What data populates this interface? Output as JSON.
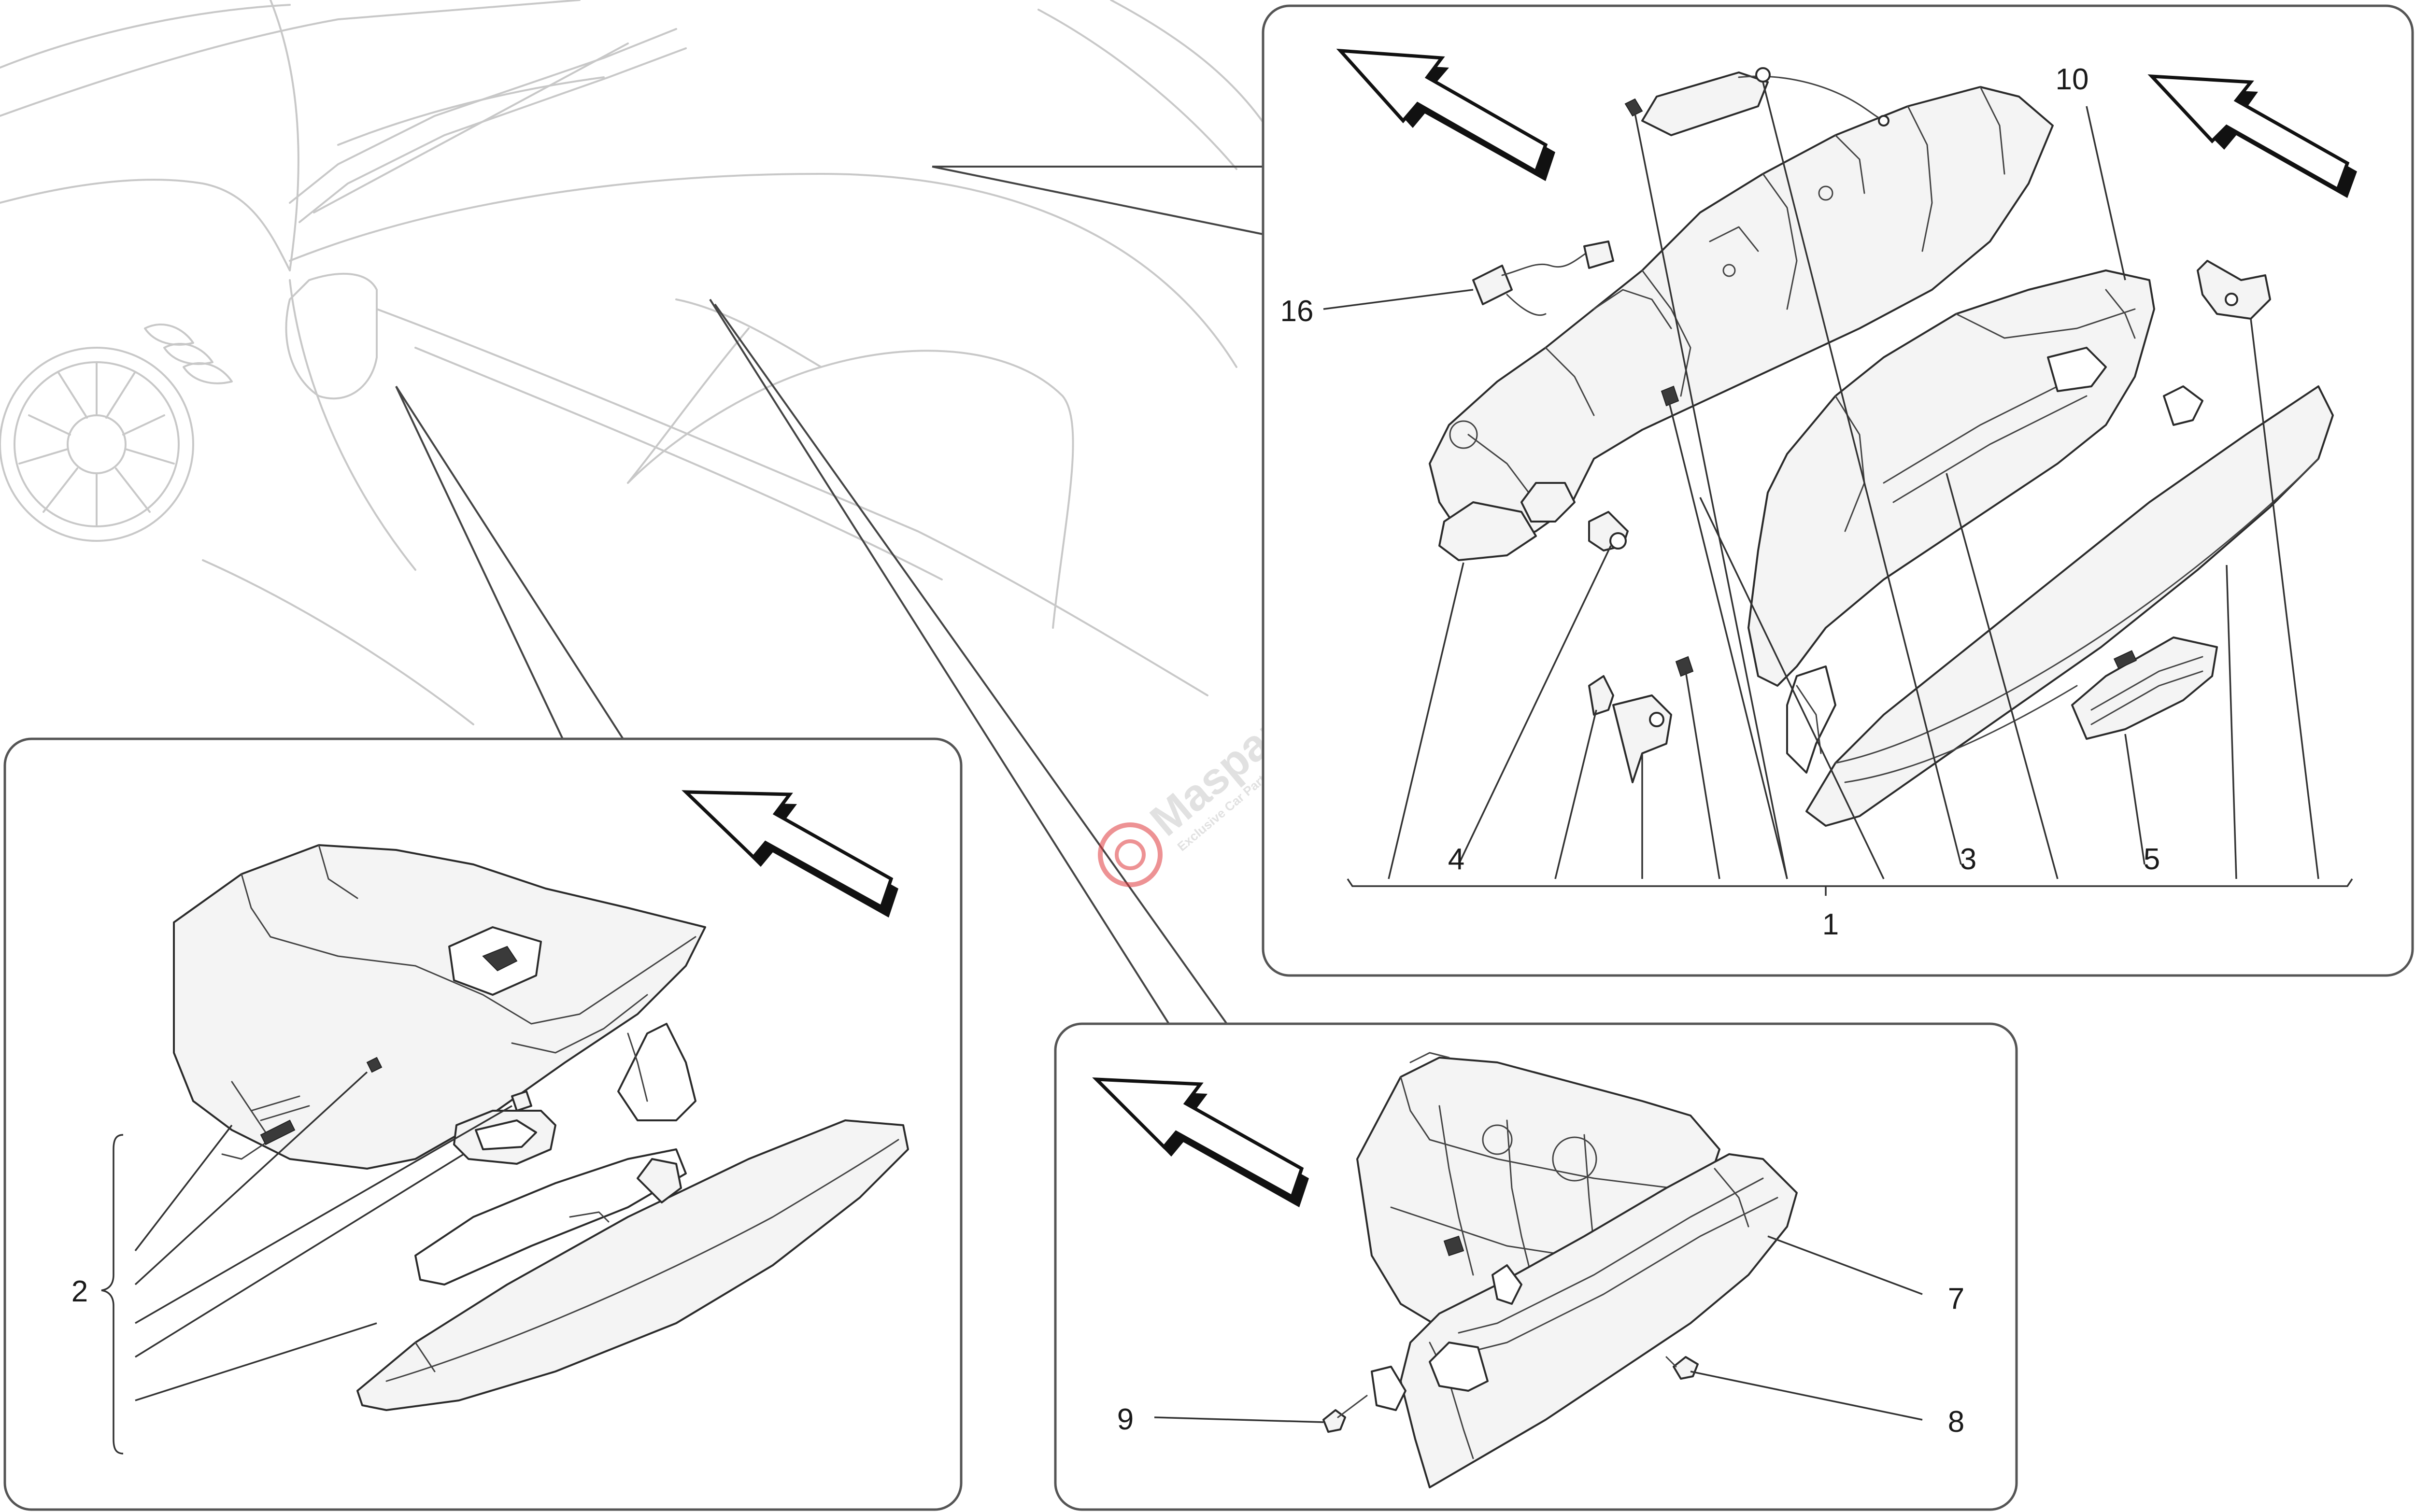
{
  "watermark": {
    "brand": "Masparts",
    "tagline": "Exclusive Car Parts Specialist",
    "brand_color": "#e03a3e"
  },
  "callouts": {
    "c1": "1",
    "c2": "2",
    "c3": "3",
    "c4": "4",
    "c5": "5",
    "c7": "7",
    "c8": "8",
    "c9": "9",
    "c10": "10",
    "c16": "16"
  },
  "colors": {
    "line": "#2b2b2b",
    "ghost_line": "#c8c8c8",
    "panel_border": "#555555"
  }
}
